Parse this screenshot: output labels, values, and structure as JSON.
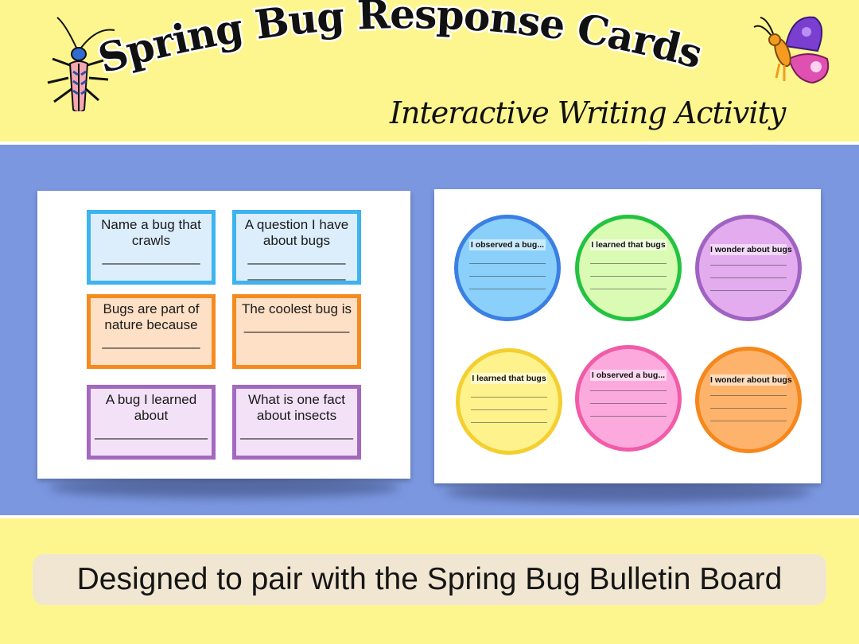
{
  "header": {
    "title": "Spring Bug Response Cards",
    "subtitle": "Interactive Writing Activity"
  },
  "cards": [
    {
      "text": "Name a bug that crawls",
      "lines": [
        "_____________"
      ],
      "color": "blue"
    },
    {
      "text": "A question I have about bugs",
      "lines": [
        "_____________",
        "_____________"
      ],
      "color": "blue"
    },
    {
      "text": "Bugs are part of nature because",
      "lines": [
        "_____________"
      ],
      "color": "orange"
    },
    {
      "text": "The coolest bug is",
      "lines": [
        "______________"
      ],
      "color": "orange"
    },
    {
      "text": "A bug I learned about",
      "lines": [
        "_______________"
      ],
      "color": "purple"
    },
    {
      "text": "What is one fact about insects",
      "lines": [
        "_______________"
      ],
      "color": "purple"
    }
  ],
  "circles": [
    {
      "prompt": "I observed a bug...",
      "color": "blue"
    },
    {
      "prompt": "I learned that bugs",
      "color": "green"
    },
    {
      "prompt": "I wonder about bugs",
      "color": "purple"
    },
    {
      "prompt": "I learned that bugs",
      "color": "yellow"
    },
    {
      "prompt": "I observed a bug...",
      "color": "pink"
    },
    {
      "prompt": "I wonder about bugs",
      "color": "orange"
    }
  ],
  "footer": {
    "tagline": "Designed to pair with the Spring Bug Bulletin Board"
  },
  "colors": {
    "background_yellow": "#fdf68e",
    "background_blue": "#7b97e0",
    "tagline_box": "#f1e6d2"
  },
  "icons": [
    "beetle-icon",
    "butterfly-icon"
  ]
}
